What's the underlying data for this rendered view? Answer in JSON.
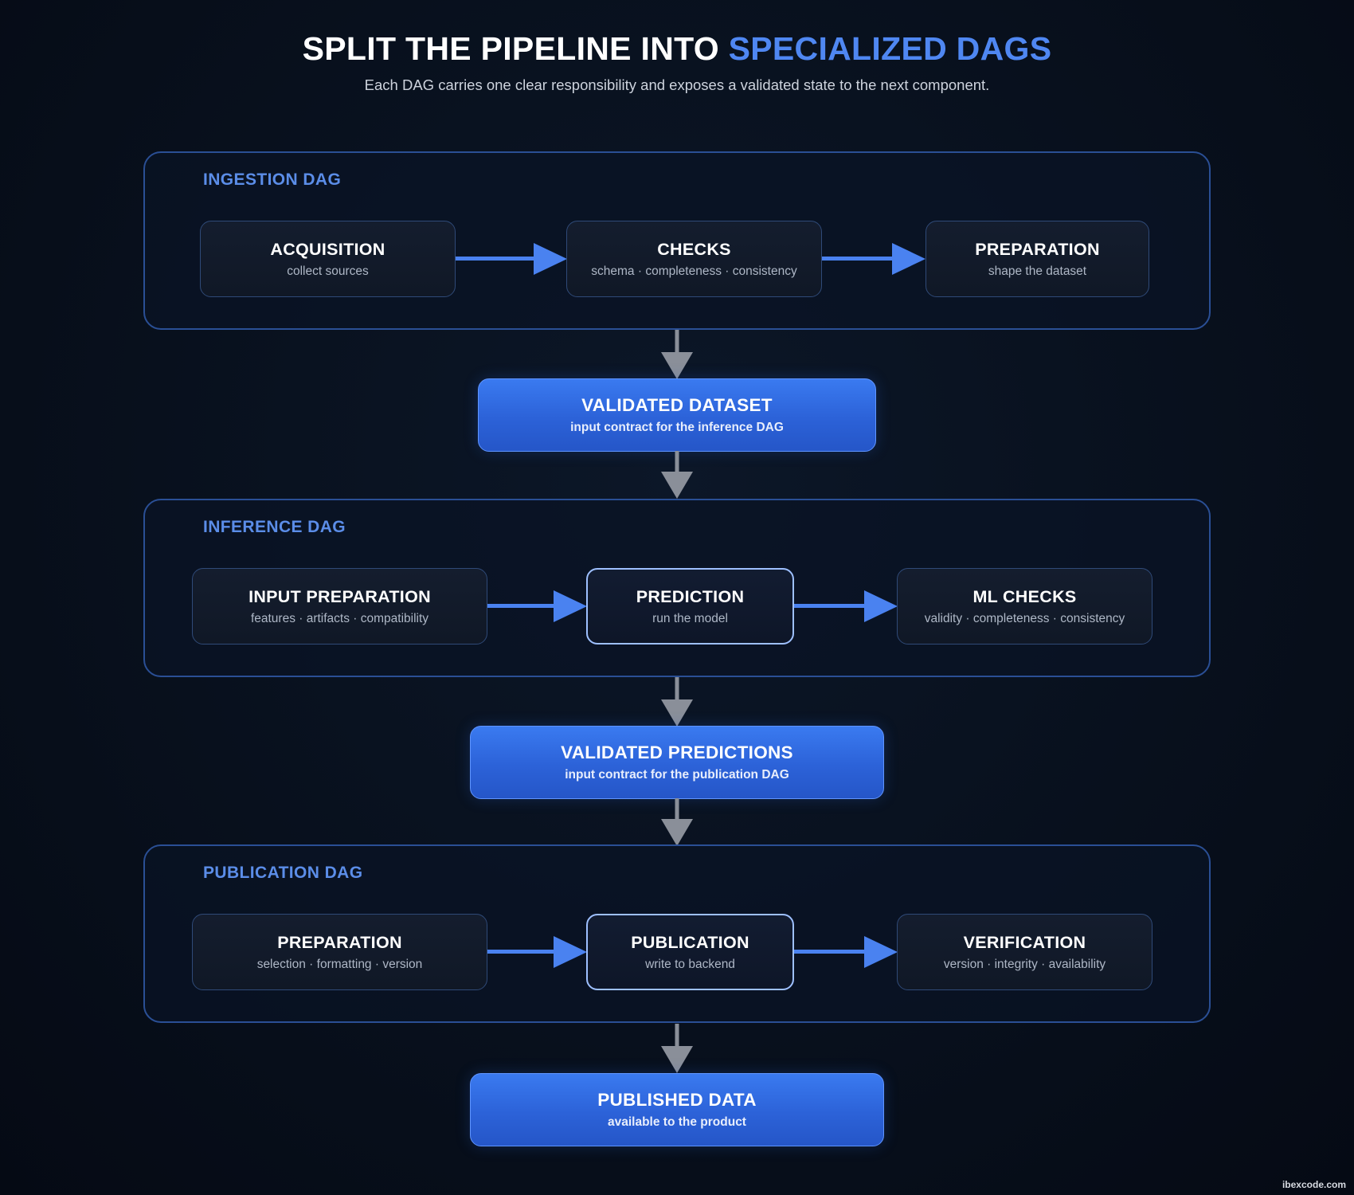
{
  "header": {
    "title_main": "SPLIT THE PIPELINE INTO ",
    "title_accent": "SPECIALIZED DAGS",
    "subtitle": "Each DAG carries one clear responsibility and exposes a validated state to the next component."
  },
  "colors": {
    "accent": "#4f87f2",
    "dag_border": "#2a4f95",
    "contract_fill": "#2f67dc",
    "arrow_blue": "#4a82f0",
    "arrow_gray": "#8a8f99",
    "background": "#08101d"
  },
  "dags": [
    {
      "label": "INGESTION DAG",
      "steps": [
        {
          "title": "ACQUISITION",
          "sub": "collect sources"
        },
        {
          "title": "CHECKS",
          "sub": "schema · completeness · consistency"
        },
        {
          "title": "PREPARATION",
          "sub": "shape the dataset"
        }
      ]
    },
    {
      "label": "INFERENCE DAG",
      "steps": [
        {
          "title": "INPUT PREPARATION",
          "sub": "features · artifacts · compatibility"
        },
        {
          "title": "PREDICTION",
          "sub": "run the model"
        },
        {
          "title": "ML CHECKS",
          "sub": "validity · completeness · consistency"
        }
      ]
    },
    {
      "label": "PUBLICATION DAG",
      "steps": [
        {
          "title": "PREPARATION",
          "sub": "selection · formatting · version"
        },
        {
          "title": "PUBLICATION",
          "sub": "write to backend"
        },
        {
          "title": "VERIFICATION",
          "sub": "version · integrity · availability"
        }
      ]
    }
  ],
  "contracts": [
    {
      "title": "VALIDATED DATASET",
      "sub": "input contract for the inference DAG"
    },
    {
      "title": "VALIDATED PREDICTIONS",
      "sub": "input contract for the publication DAG"
    },
    {
      "title": "PUBLISHED DATA",
      "sub": "available to the product"
    }
  ],
  "watermark": "ibexcode.com"
}
